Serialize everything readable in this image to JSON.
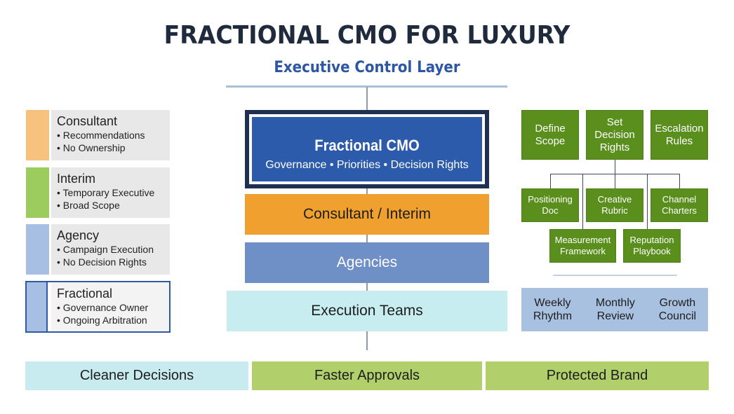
{
  "header": {
    "title": "FRACTIONAL CMO FOR LUXURY",
    "subtitle": "Executive Control Layer"
  },
  "legend": [
    {
      "title": "Consultant",
      "bullets": [
        "• Recommendations",
        "• No Ownership"
      ],
      "color": "#f7c27e"
    },
    {
      "title": "Interim",
      "bullets": [
        "• Temporary Executive",
        "• Broad Scope"
      ],
      "color": "#9ccb5e"
    },
    {
      "title": "Agency",
      "bullets": [
        "• Campaign Execution",
        "• No Decision Rights"
      ],
      "color": "#a7bfe2"
    },
    {
      "title": "Fractional",
      "bullets": [
        "• Governance Owner",
        "• Ongoing Arbitration"
      ],
      "color": "#a7bfe2",
      "highlighted": true
    }
  ],
  "stack": {
    "cmo": {
      "title": "Fractional CMO",
      "subtitle": "Governance • Priorities • Decision Rights"
    },
    "layers": [
      {
        "label": "Consultant / Interim",
        "color": "#f0a02e"
      },
      {
        "label": "Agencies",
        "color": "#6f8fc7"
      },
      {
        "label": "Execution Teams",
        "color": "#c8edf0"
      }
    ]
  },
  "governance": {
    "top": [
      "Define Scope",
      "Set Decision Rights",
      "Escalation Rules"
    ],
    "top_lines": [
      [
        "Define",
        "Scope"
      ],
      [
        "Set",
        "Decision",
        "Rights"
      ],
      [
        "Escalation",
        "Rules"
      ]
    ],
    "artifacts_row1": [
      [
        "Positioning",
        "Doc"
      ],
      [
        "Creative",
        "Rubric"
      ],
      [
        "Channel",
        "Charters"
      ]
    ],
    "artifacts_row2": [
      [
        "Measurement",
        "Framework"
      ],
      [
        "Reputation",
        "Playbook"
      ]
    ],
    "cadence": [
      [
        "Weekly",
        "Rhythm"
      ],
      [
        "Monthly",
        "Review"
      ],
      [
        "Growth",
        "Council"
      ]
    ]
  },
  "outcomes": [
    {
      "label": "Cleaner Decisions",
      "color": "#c8ebf0"
    },
    {
      "label": "Faster Approvals",
      "color": "#b1d06c"
    },
    {
      "label": "Protected Brand",
      "color": "#b1d06c"
    }
  ]
}
